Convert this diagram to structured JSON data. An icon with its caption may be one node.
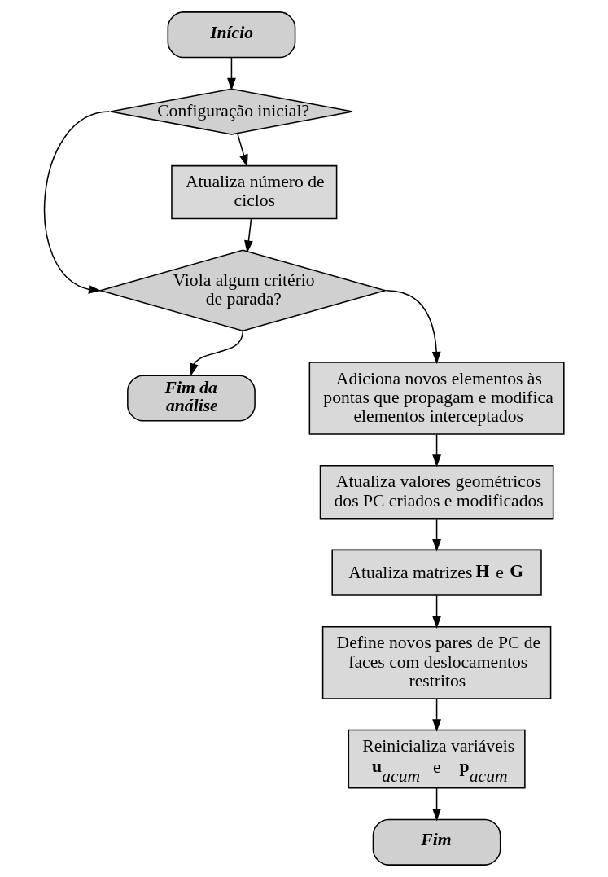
{
  "diagram": {
    "nodes": [
      {
        "text": [
          "Início"
        ]
      },
      {
        "text": [
          "Configuração inicial?"
        ]
      },
      {
        "text": [
          "Atualiza número de ciclos"
        ]
      },
      {
        "text": [
          "Viola algum critério de parada?"
        ]
      },
      {
        "text": [
          "Fim da análise"
        ]
      },
      {
        "text": [
          "Adiciona novos elementos às pontas que propagam e modifica elementos interceptados"
        ]
      },
      {
        "text": [
          "Atualiza valores geométricos dos PC criados e modificados"
        ]
      },
      {
        "text": [
          "Atualiza matrizes **H** e **G**"
        ]
      },
      {
        "text": [
          "Define novos pares de PC de faces com deslocamentos restritos"
        ]
      },
      {
        "text": [
          "Reinicializa variáveis **u**$_{acum}$ e **p**$_{acum}$"
        ]
      },
      {
        "text": [
          "Fim"
        ]
      }
    ],
    "edges": [
      {
        "from": 0,
        "to": 1,
        "arrow": "to"
      },
      {
        "from": 1,
        "to": 2,
        "arrow": "to"
      },
      {
        "from": 1,
        "to": 3,
        "arrow": "to"
      },
      {
        "from": 2,
        "to": 3,
        "arrow": "to"
      },
      {
        "from": 3,
        "to": 4,
        "arrow": "to"
      },
      {
        "from": 3,
        "to": 5,
        "arrow": "to"
      },
      {
        "from": 5,
        "to": 6,
        "arrow": "to"
      },
      {
        "from": 6,
        "to": 7,
        "arrow": "to"
      },
      {
        "from": 7,
        "to": 8,
        "arrow": "to"
      },
      {
        "from": 8,
        "to": 9,
        "arrow": "to"
      },
      {
        "from": 9,
        "to": 10,
        "arrow": "to"
      }
    ]
  }
}
